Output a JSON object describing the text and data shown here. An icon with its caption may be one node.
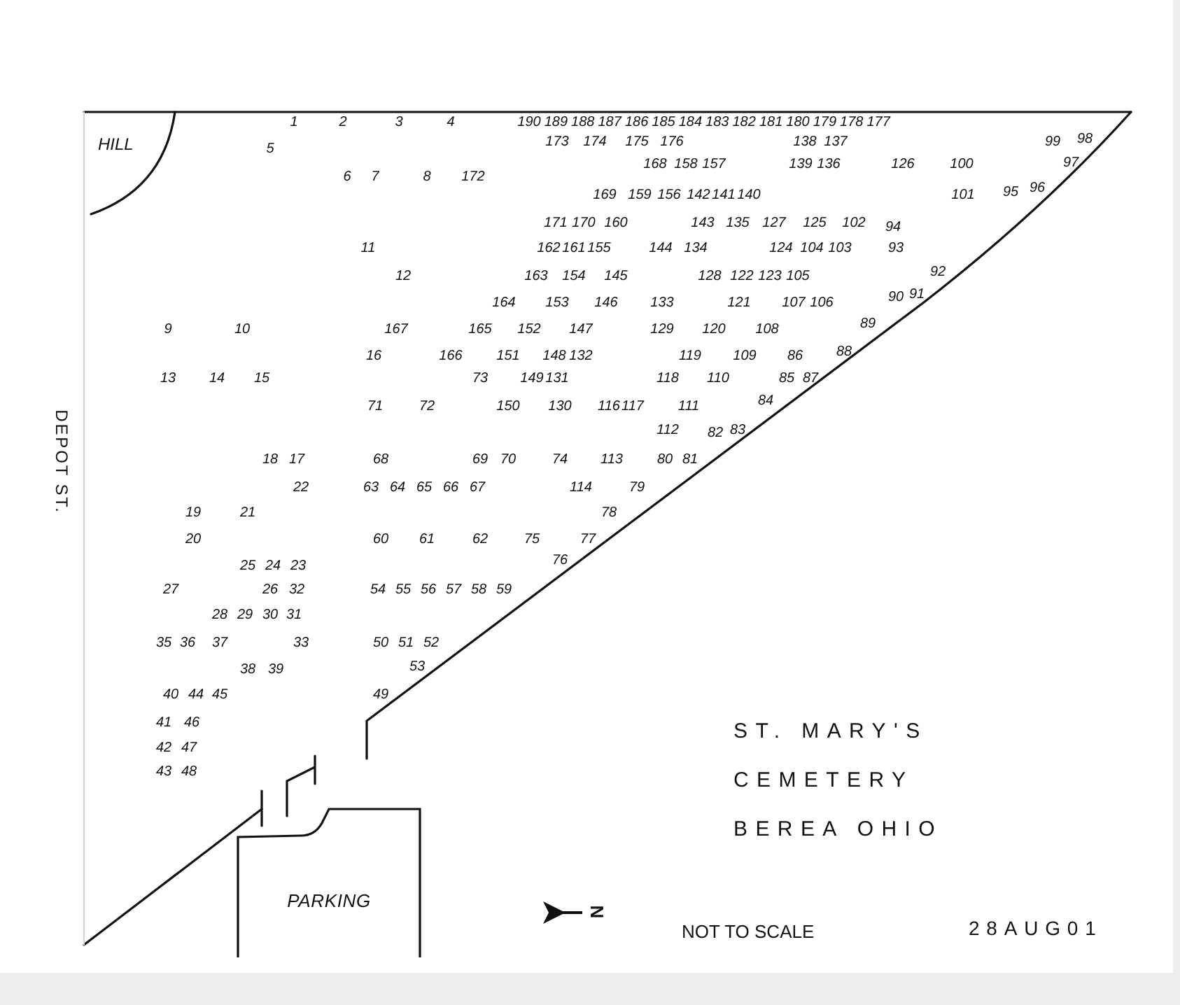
{
  "diagram": {
    "title": "ST. MARY'S CEMETERY BEREA OHIO",
    "nodes": [
      {
        "text": [
          "PARKING"
        ]
      }
    ],
    "labels": [
      "HILL",
      "DEPOT ST.",
      "1",
      "2",
      "3",
      "4",
      "190",
      "189",
      "188",
      "187",
      "186",
      "185",
      "184",
      "183",
      "182",
      "181",
      "180",
      "179",
      "178",
      "177",
      "173",
      "174",
      "175",
      "176",
      "138",
      "137",
      "99",
      "98",
      "5",
      "168",
      "158",
      "157",
      "139",
      "136",
      "126",
      "100",
      "97",
      "6",
      "7",
      "8",
      "172",
      "169",
      "159",
      "156",
      "142",
      "141",
      "140",
      "101",
      "95",
      "96",
      "171",
      "170",
      "160",
      "143",
      "135",
      "127",
      "125",
      "102",
      "94",
      "11",
      "162",
      "161",
      "155",
      "144",
      "134",
      "124",
      "104",
      "103",
      "93",
      "12",
      "163",
      "154",
      "145",
      "128",
      "122",
      "123",
      "105",
      "92",
      "164",
      "153",
      "146",
      "133",
      "121",
      "107",
      "106",
      "90",
      "91",
      "9",
      "10",
      "167",
      "165",
      "152",
      "147",
      "129",
      "120",
      "108",
      "89",
      "16",
      "166",
      "151",
      "148",
      "132",
      "119",
      "109",
      "86",
      "88",
      "13",
      "14",
      "15",
      "73",
      "149",
      "131",
      "118",
      "110",
      "85",
      "87",
      "71",
      "72",
      "150",
      "130",
      "116",
      "117",
      "111",
      "84",
      "112",
      "82",
      "83",
      "18",
      "17",
      "68",
      "69",
      "70",
      "74",
      "113",
      "80",
      "81",
      "22",
      "63",
      "64",
      "65",
      "66",
      "67",
      "114",
      "79",
      "19",
      "21",
      "78",
      "20",
      "60",
      "61",
      "62",
      "75",
      "77",
      "76",
      "25",
      "24",
      "23",
      "27",
      "26",
      "32",
      "54",
      "55",
      "56",
      "57",
      "58",
      "59",
      "28",
      "29",
      "30",
      "31",
      "35",
      "36",
      "37",
      "33",
      "50",
      "51",
      "52",
      "38",
      "39",
      "53",
      "40",
      "44",
      "45",
      "49",
      "41",
      "46",
      "42",
      "47",
      "43",
      "48",
      "N",
      "NOT TO SCALE",
      "28AUG01"
    ]
  }
}
